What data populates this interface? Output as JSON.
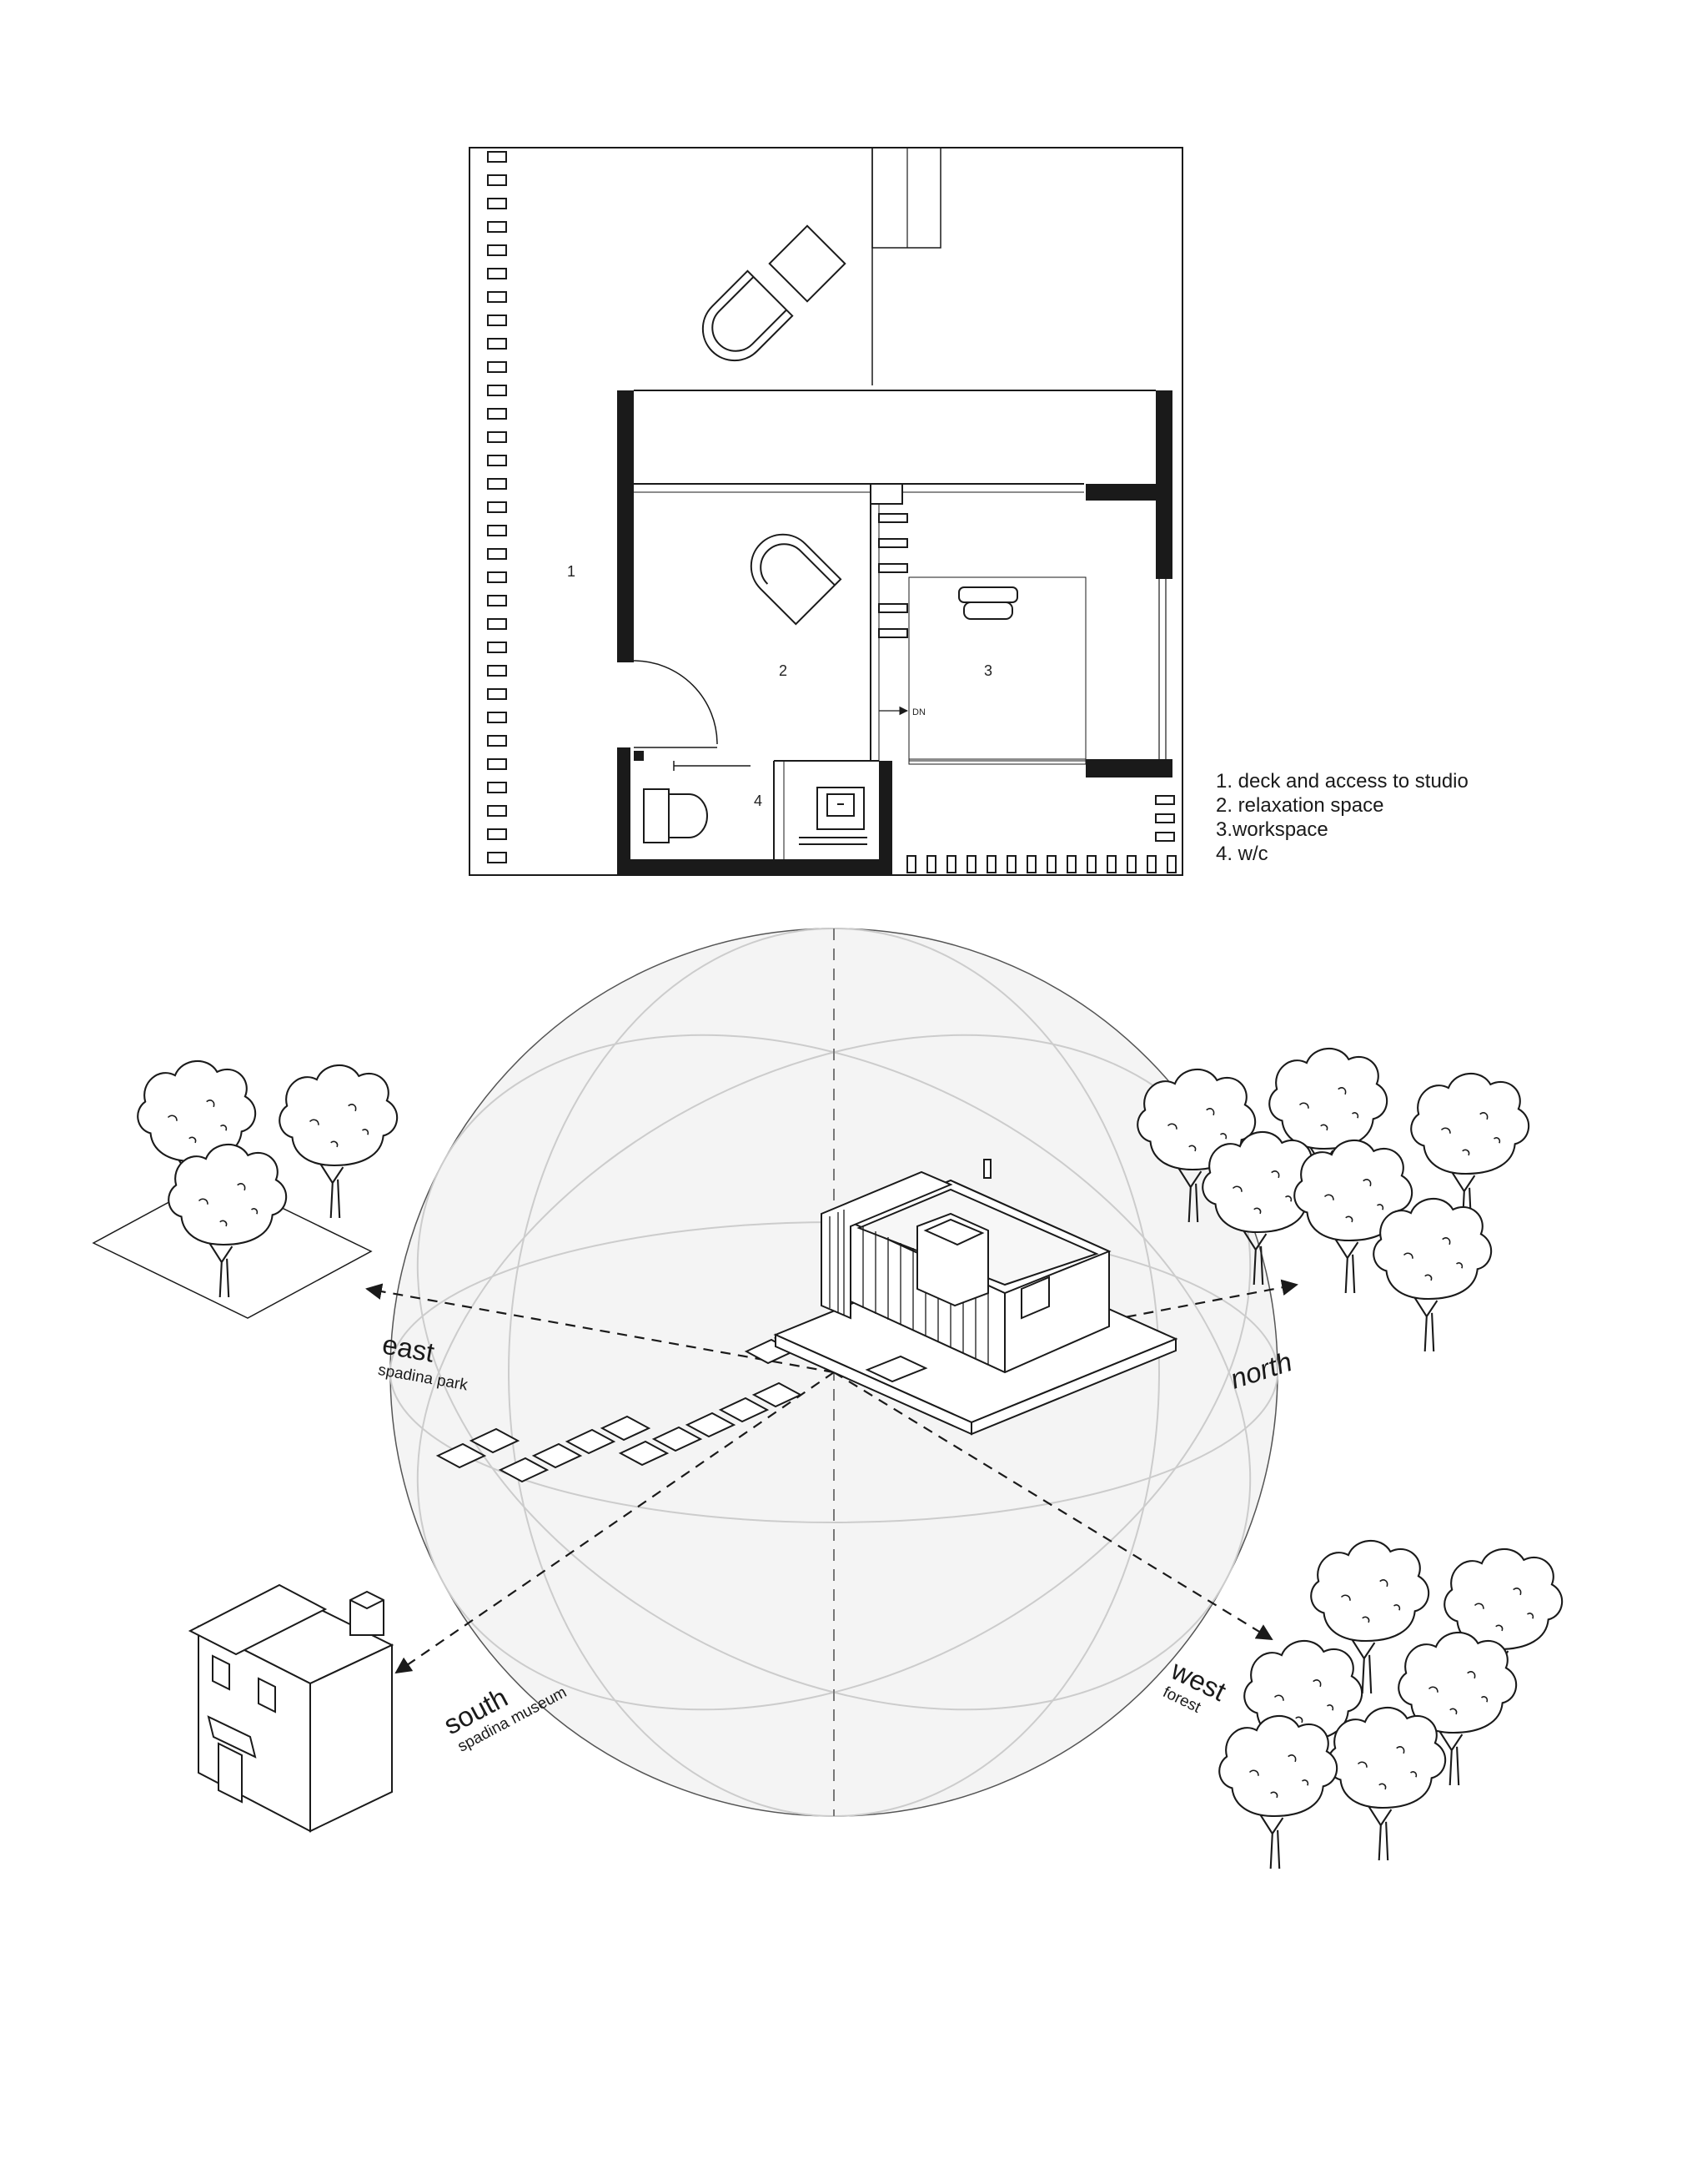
{
  "plan": {
    "room_numbers": [
      "1",
      "2",
      "3",
      "4"
    ],
    "stair_label": "DN"
  },
  "legend": {
    "items": [
      "1. deck and access to studio",
      "2. relaxation space",
      "3.workspace",
      "4. w/c"
    ]
  },
  "directions": {
    "east": {
      "label": "east",
      "sublabel": "spadina park"
    },
    "north": {
      "label": "north"
    },
    "south": {
      "label": "south",
      "sublabel": "spadina museum"
    },
    "west": {
      "label": "west",
      "sublabel": "forest"
    }
  },
  "colors": {
    "line": "#1a1a1a",
    "sphere_fill": "#f4f4f4",
    "sphere_lines": "#cccccc"
  },
  "icons": [
    "tree-icon",
    "house-icon",
    "studio-building-icon",
    "armchair-icon",
    "toilet-icon",
    "sink-icon"
  ]
}
